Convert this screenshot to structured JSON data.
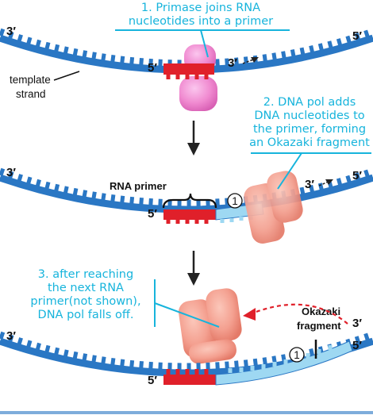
{
  "steps": [
    {
      "lines": [
        "1. Primase joins RNA",
        "nucleotides into a primer"
      ]
    },
    {
      "lines": [
        "2. DNA pol adds",
        "DNA nucleotides to",
        "the primer, forming",
        "an Okazaki fragment"
      ]
    },
    {
      "lines": [
        "3. after reaching",
        "the next RNA",
        "primer(not shown),",
        "DNA pol falls off."
      ]
    }
  ],
  "labels": {
    "template_line1": "template",
    "template_line2": "strand",
    "rna_primer": "RNA primer",
    "okazaki_line1": "Okazaki",
    "okazaki_line2": "fragment",
    "circle_one": "1"
  },
  "ends": {
    "three_prime": "3′",
    "five_prime": "5′"
  },
  "colors": {
    "template_strand": "#2a77c4",
    "rna_primer": "#e0202a",
    "dna_fragment": "#9ed8f2",
    "primase": "#f08ad0",
    "dna_polymerase": "#f4a090",
    "caption": "#17b4dc"
  }
}
